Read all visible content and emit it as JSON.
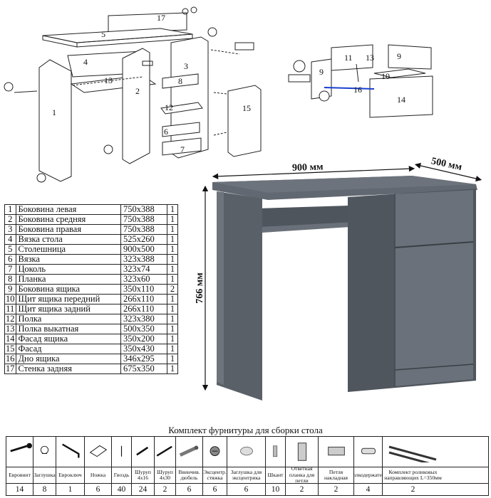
{
  "exploded_labels": [
    "1",
    "2",
    "3",
    "4",
    "5",
    "6",
    "7",
    "8",
    "12",
    "13",
    "15",
    "17"
  ],
  "drawer_labels": [
    "9",
    "9",
    "10",
    "11",
    "14",
    "16",
    "13"
  ],
  "dimensions": {
    "width": "900 мм",
    "depth": "500 мм",
    "height": "766 мм"
  },
  "parts": [
    {
      "num": "1",
      "name": "Боковина левая",
      "size": "750x388",
      "qty": "1"
    },
    {
      "num": "2",
      "name": "Боковина средняя",
      "size": "750x388",
      "qty": "1"
    },
    {
      "num": "3",
      "name": "Боковина правая",
      "size": "750x388",
      "qty": "1"
    },
    {
      "num": "4",
      "name": "Вязка стола",
      "size": "525x260",
      "qty": "1"
    },
    {
      "num": "5",
      "name": "Столешница",
      "size": "900x500",
      "qty": "1"
    },
    {
      "num": "6",
      "name": "Вязка",
      "size": "323x388",
      "qty": "1"
    },
    {
      "num": "7",
      "name": " Цоколь",
      "size": "323x74",
      "qty": "1"
    },
    {
      "num": "8",
      "name": " Планка",
      "size": "323x60",
      "qty": "1"
    },
    {
      "num": "9",
      "name": " Боковина ящика",
      "size": "350x110",
      "qty": "2"
    },
    {
      "num": "10",
      "name": "Щит ящика передний",
      "size": "266x110",
      "qty": "1"
    },
    {
      "num": "11",
      "name": "Щит ящика задний",
      "size": "266x110",
      "qty": "1"
    },
    {
      "num": "12",
      "name": "  Полка",
      "size": "323x380",
      "qty": "1"
    },
    {
      "num": "13",
      "name": "  Полка выкатная",
      "size": "500x350",
      "qty": "1"
    },
    {
      "num": "14",
      "name": "  Фасад ящика",
      "size": "350x200",
      "qty": "1"
    },
    {
      "num": "15",
      "name": "  Фасад",
      "size": "350x430",
      "qty": "1"
    },
    {
      "num": "16",
      "name": "  Дно ящика",
      "size": "346x295",
      "qty": "1"
    },
    {
      "num": "17",
      "name": "  Стенка задняя",
      "size": "675x350",
      "qty": "1"
    }
  ],
  "hardware": {
    "title": "Комплект фурнитуры для сборки стола",
    "items": [
      {
        "icon": "euroscrew-icon",
        "name": "Евровинт",
        "qty": "14"
      },
      {
        "icon": "plug-cap-icon",
        "name": "Заглушка",
        "qty": "8"
      },
      {
        "icon": "hex-key-icon",
        "name": "Евроключ",
        "qty": "1"
      },
      {
        "icon": "foot-pad-icon",
        "name": "Ножка",
        "qty": "6"
      },
      {
        "icon": "nail-icon",
        "name": "Гвоздь",
        "qty": "40"
      },
      {
        "icon": "screw-4x16-icon",
        "name": "Шуруп 4х16",
        "qty": "24"
      },
      {
        "icon": "screw-4x30-icon",
        "name": "Шуруп 4х30",
        "qty": "2"
      },
      {
        "icon": "screw-in-dowel-icon",
        "name": "Ввинчив. дюбель",
        "qty": "6"
      },
      {
        "icon": "cam-lock-icon",
        "name": "Эксцентр. стяжка",
        "qty": "6"
      },
      {
        "icon": "cam-cap-icon",
        "name": "Заглушка для эксцентрика",
        "qty": "6"
      },
      {
        "icon": "dowel-icon",
        "name": "Шкант",
        "qty": "10"
      },
      {
        "icon": "hinge-plate-icon",
        "name": "Ответная планка для петли",
        "qty": "2"
      },
      {
        "icon": "hinge-icon",
        "name": "Петля накладная",
        "qty": "2"
      },
      {
        "icon": "shelf-support-icon",
        "name": "Полкодержатель",
        "qty": "4"
      },
      {
        "icon": "drawer-runners-icon",
        "name": "Комплект роликовых направляющих L=350мм",
        "qty": "2"
      }
    ]
  }
}
